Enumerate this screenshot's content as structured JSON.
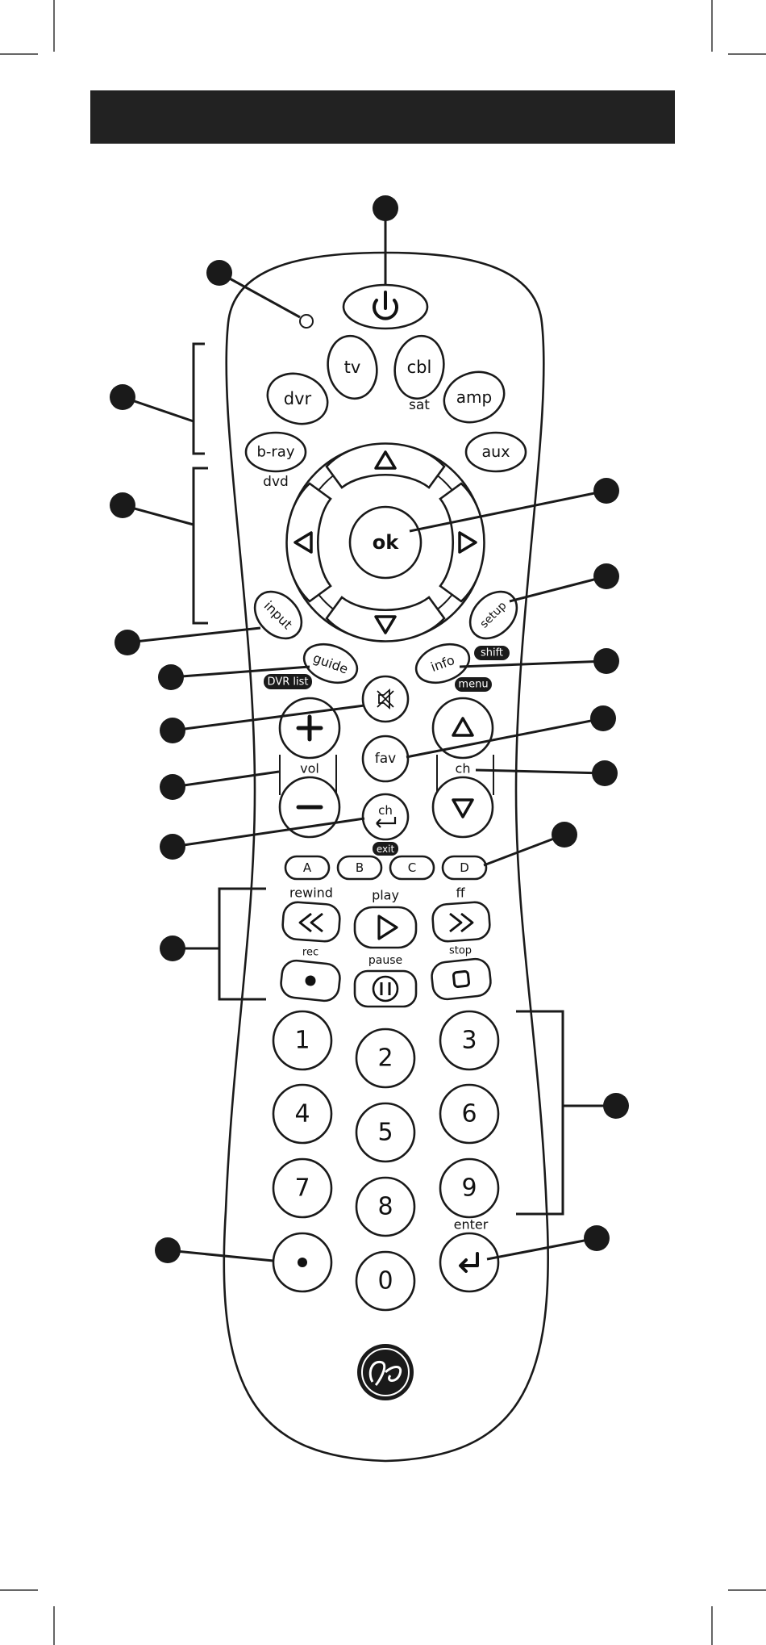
{
  "colors": {
    "ink": "#1a1a1a",
    "body": "#ffffff",
    "banner": "#222222"
  },
  "buttons": {
    "device_tv": "tv",
    "device_cbl": "cbl",
    "device_sat": "sat",
    "device_dvr": "dvr",
    "device_amp": "amp",
    "device_bray": "b-ray",
    "device_dvd": "dvd",
    "device_aux": "aux",
    "ok": "ok",
    "input": "input",
    "setup": "setup",
    "shift": "shift",
    "guide": "guide",
    "dvr_list": "DVR list",
    "info": "info",
    "menu": "menu",
    "vol": "vol",
    "ch": "ch",
    "fav": "fav",
    "last_ch": "ch",
    "exit": "exit",
    "A": "A",
    "B": "B",
    "C": "C",
    "D": "D",
    "rewind": "rewind",
    "play": "play",
    "ff": "ff",
    "rec": "rec",
    "pause": "pause",
    "stop": "stop",
    "enter": "enter",
    "digits": [
      "1",
      "2",
      "3",
      "4",
      "5",
      "6",
      "7",
      "8",
      "9",
      "0"
    ]
  },
  "icons": {
    "power": "power-icon",
    "mute": "mute-icon",
    "logo": "ge-logo"
  }
}
